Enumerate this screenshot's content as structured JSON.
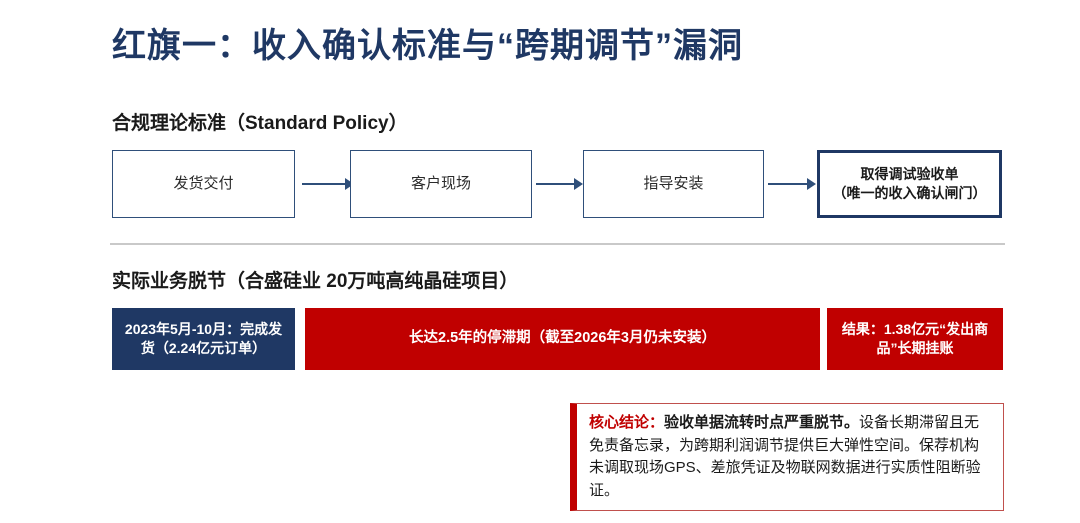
{
  "slide": {
    "title": "红旗一：收入确认标准与“跨期调节”漏洞"
  },
  "sections": {
    "standard": {
      "heading": "合规理论标准（Standard Policy）",
      "flow": {
        "steps": [
          {
            "label": "发货交付",
            "emphasis": false
          },
          {
            "label": "客户现场",
            "emphasis": false
          },
          {
            "label": "指导安装",
            "emphasis": false
          },
          {
            "label": "取得调试验收单",
            "sublabel": "（唯一的收入确认闸门）",
            "emphasis": true
          }
        ],
        "arrow_count": 3
      }
    },
    "actual": {
      "heading": "实际业务脱节（合盛硅业 20万吨高纯晶硅项目）",
      "timeline": [
        {
          "text": "2023年5月-10月：完成发货（2.24亿元订单）",
          "color": "#1F3864",
          "style": "navy"
        },
        {
          "text": "长达2.5年的停滞期（截至2026年3月仍未安装）",
          "color": "#C00000",
          "style": "red-mid"
        },
        {
          "text": "结果：1.38亿元“发出商品”长期挂账",
          "color": "#C00000",
          "style": "red-end"
        }
      ]
    }
  },
  "conclusion": {
    "label": "核心结论：",
    "bold_clause": "验收单据流转时点严重脱节。",
    "body": "设备长期滞留且无免责备忘录，为跨期利润调节提供巨大弹性空间。保荐机构未调取现场GPS、差旅凭证及物联网数据进行实质性阻断验证。",
    "accent_color": "#C00000"
  },
  "theme": {
    "navy": "#1F3864",
    "box_border": "#2F4F7A",
    "red": "#C00000",
    "divider": "#c9c9c9",
    "text": "#1a1a1a"
  }
}
